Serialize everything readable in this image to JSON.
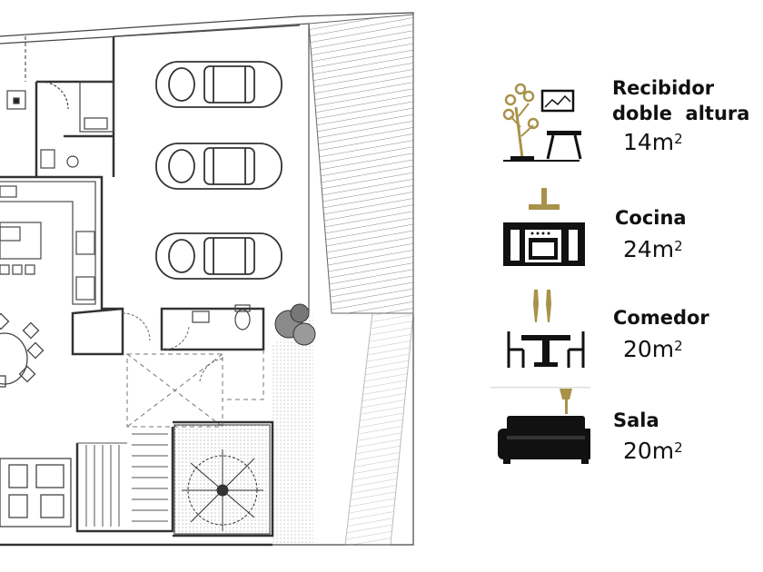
{
  "legend": {
    "items": [
      {
        "label_lines": [
          "Recibidor",
          "doble  altura"
        ],
        "area_value": "14m",
        "area_unit_exp": "2",
        "icon": "reception-double-height-icon"
      },
      {
        "label_lines": [
          "Cocina"
        ],
        "area_value": "24m",
        "area_unit_exp": "2",
        "icon": "kitchen-icon"
      },
      {
        "label_lines": [
          "Comedor"
        ],
        "area_value": "20m",
        "area_unit_exp": "2",
        "icon": "dining-icon"
      },
      {
        "label_lines": [
          "Sala"
        ],
        "area_value": "20m",
        "area_unit_exp": "2",
        "icon": "living-room-sofa-icon"
      }
    ]
  },
  "colors": {
    "gold": "#a8924a",
    "black": "#111111",
    "plan_line": "#444444",
    "plan_light": "#9a9a9a"
  }
}
